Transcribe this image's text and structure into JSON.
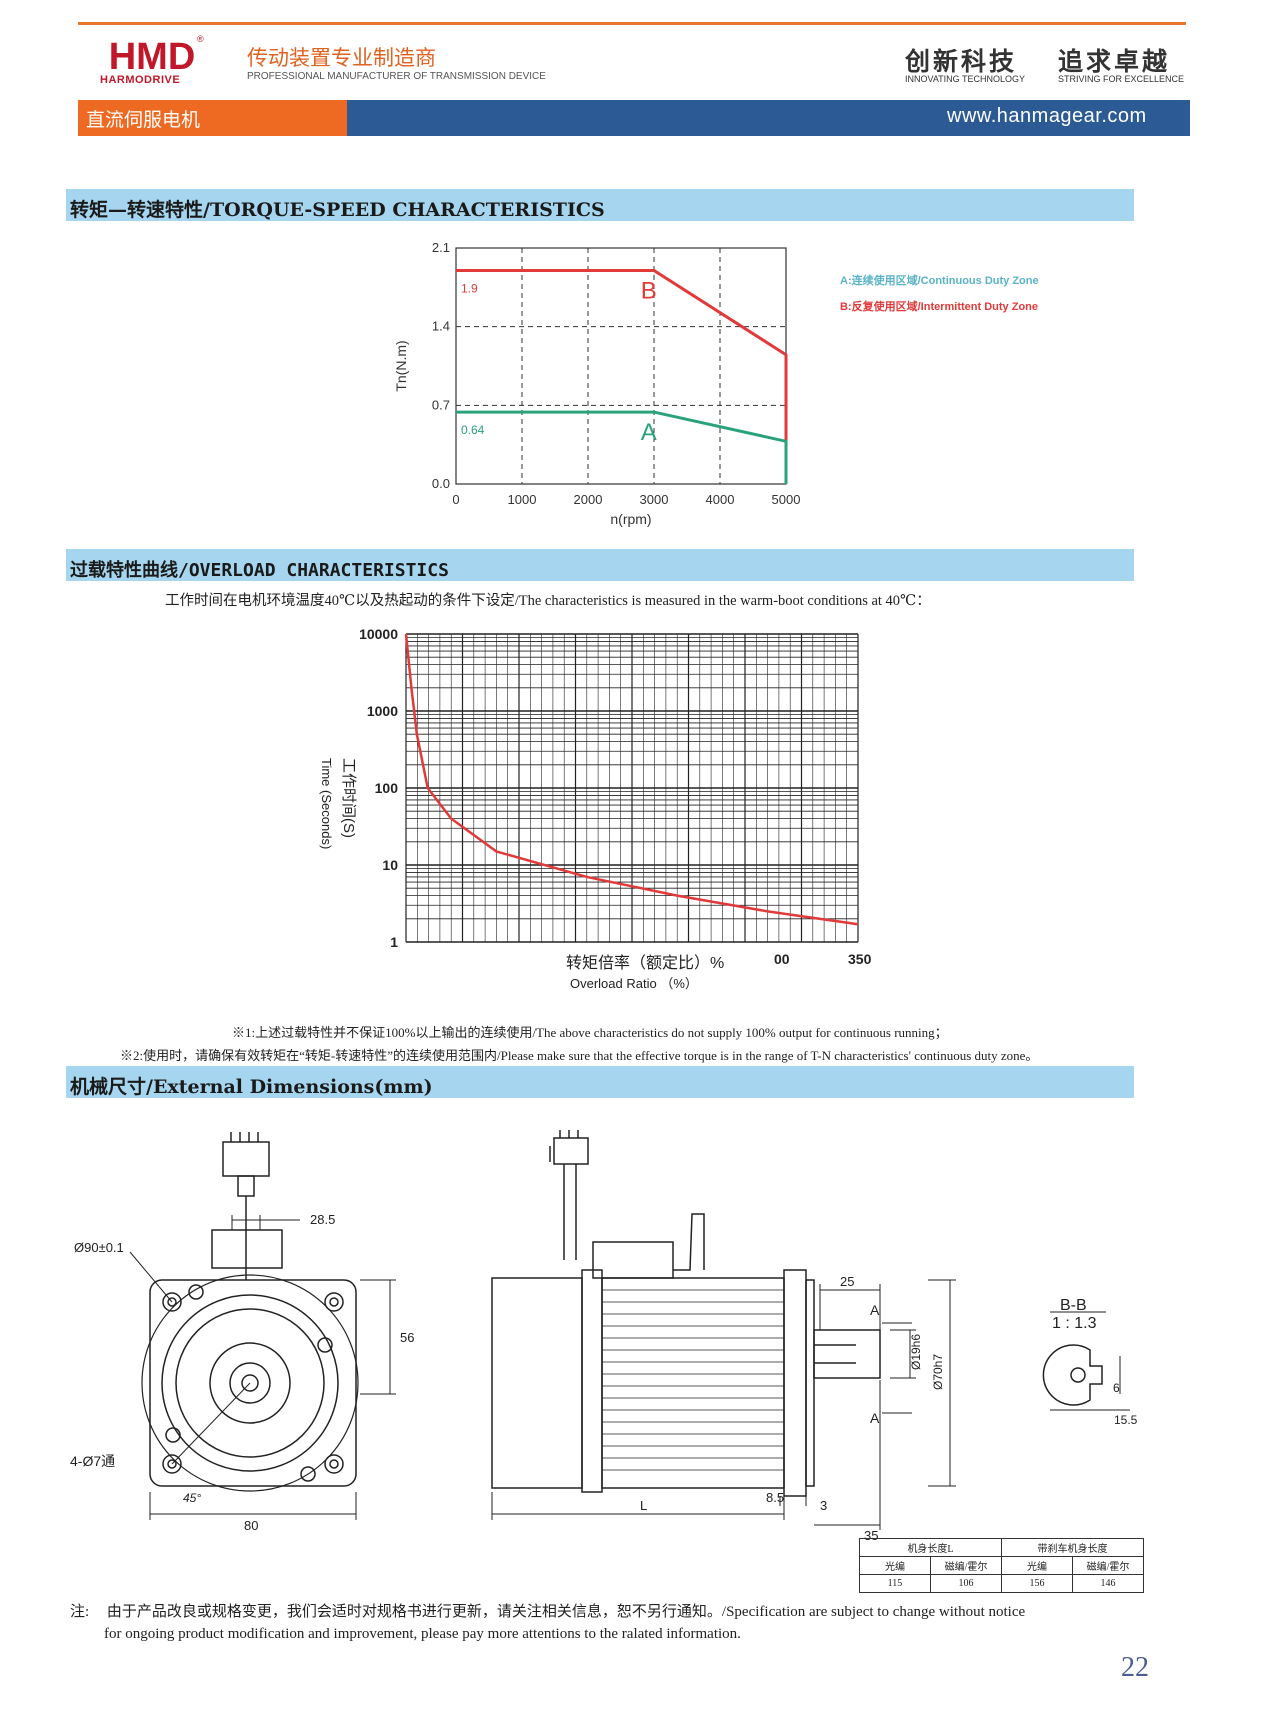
{
  "header": {
    "logo_text": "HMD",
    "logo_subtitle": "HARMODRIVE",
    "registered_mark": "®",
    "tagline_cn": "传动装置专业制造商",
    "tagline_en": "PROFESSIONAL MANUFACTURER OF TRANSMISSION DEVICE",
    "slogan_left_cn": "创新科技",
    "slogan_left_en": "INNOVATING TECHNOLOGY",
    "slogan_right_cn": "追求卓越",
    "slogan_right_en": "STRIVING FOR EXCELLENCE",
    "category": "直流伺服电机",
    "website": "www.hanmagear.com"
  },
  "sections": {
    "torque_speed": "转矩—转速特性/TORQUE-SPEED CHARACTERISTICS",
    "overload": "过载特性曲线/OVERLOAD CHARACTERISTICS",
    "dimensions": "机械尺寸/External Dimensions(mm)"
  },
  "overload_condition": "工作时间在电机环境温度40℃以及热起动的条件下设定/The characteristics is measured in the warm-boot conditions at 40℃：",
  "notes": [
    "※1:上述过载特性并不保证100%以上输出的连续使用/The above characteristics do not supply 100% output for continuous running；",
    "※2:使用时，请确保有效转矩在“转矩-转速特性”的连续使用范围内/Please make sure that the effective torque is in the range of T-N characteristics' continuous duty zone。"
  ],
  "chart_data": [
    {
      "type": "line",
      "xlabel": "n(rpm)",
      "ylabel": "Tn(N.m)",
      "xlim": [
        0,
        5000
      ],
      "ylim": [
        0,
        2.1
      ],
      "x_ticks": [
        "0",
        "1000",
        "2000",
        "3000",
        "4000",
        "5000"
      ],
      "y_ticks": [
        "0.0",
        "0.7",
        "1.4",
        "2.1"
      ],
      "grid": "dashed",
      "series": [
        {
          "name": "B",
          "value_label": "1.9",
          "color": "#e03a3a",
          "points": [
            [
              0,
              1.9
            ],
            [
              3000,
              1.9
            ],
            [
              5000,
              1.15
            ],
            [
              5000,
              0
            ]
          ]
        },
        {
          "name": "A",
          "value_label": "0.64",
          "color": "#2aa37a",
          "points": [
            [
              0,
              0.64
            ],
            [
              3000,
              0.64
            ],
            [
              5000,
              0.38
            ],
            [
              5000,
              0
            ]
          ]
        }
      ],
      "legend": [
        {
          "text": "A:连续使用区域/Continuous Duty Zone",
          "color": "#5ab2c8"
        },
        {
          "text": "B:反复使用区域/Intermittent Duty Zone",
          "color": "#e03a3a"
        }
      ],
      "legend_position": "right"
    },
    {
      "type": "line",
      "xlabel": "转矩倍率（额定比）%",
      "xlabel_en": "Overload Ratio （%）",
      "ylabel": "Time (Seconds)",
      "ylabel_cn": "工作时间(S)",
      "y_scale": "log",
      "ylim": [
        1,
        10000
      ],
      "y_ticks": [
        "1",
        "10",
        "100",
        "1000",
        "10000"
      ],
      "x_ticks": [
        "00",
        "350"
      ],
      "grid": "solid",
      "series": [
        {
          "color": "#e03a3a",
          "points": [
            [
              100,
              10000
            ],
            [
              103,
              2000
            ],
            [
              106,
              500
            ],
            [
              112,
              100
            ],
            [
              125,
              40
            ],
            [
              150,
              15
            ],
            [
              200,
              7
            ],
            [
              250,
              4
            ],
            [
              300,
              2.5
            ],
            [
              350,
              1.7
            ]
          ]
        }
      ]
    }
  ],
  "dimensions": {
    "front_view": {
      "d90": "Ø90±0.1",
      "holes": "4-Ø7通",
      "w80": "80",
      "h56": "56",
      "w28_5": "28.5",
      "angle": "45°"
    },
    "side_view": {
      "L": "L",
      "d8_5": "8.5",
      "d3": "3",
      "d35": "35",
      "d25": "25",
      "shaft": "Ø19h6",
      "flange": "Ø70h7",
      "A": "A"
    },
    "section_view": {
      "title": "B-B",
      "scale": "1 : 1.3",
      "key": "6",
      "depth": "15.5"
    }
  },
  "length_table": {
    "headers": [
      "机身长度L",
      "带刹车机身长度"
    ],
    "subheaders": [
      "光编",
      "磁编/霍尔",
      "光编",
      "磁编/霍尔"
    ],
    "values": [
      "115",
      "106",
      "156",
      "146"
    ]
  },
  "footer": {
    "note_label": "注:",
    "note_text": "由于产品改良或规格变更，我们会适时对规格书进行更新，请关注相关信息，恕不另行通知。/Specification are subject to change without notice",
    "note_text_2": "for ongoing product modification and improvement, please pay more attentions to the ralated information.",
    "page_number": "22"
  }
}
